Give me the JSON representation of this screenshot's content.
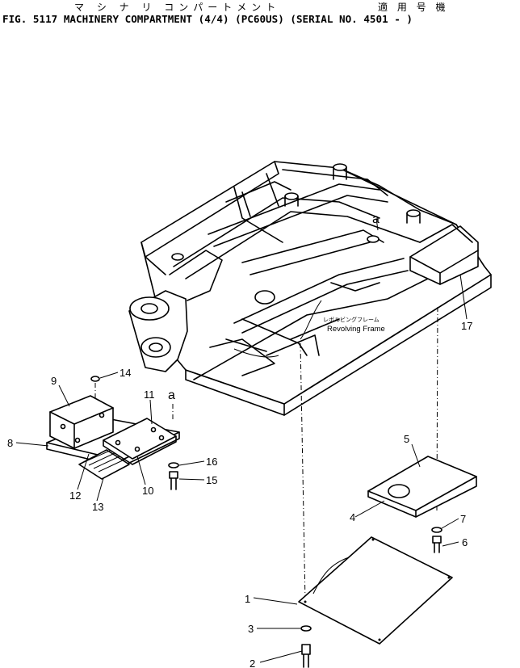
{
  "header": {
    "jp_part_name": "マ シ ナ リ コンパートメント",
    "jp_applicable": "適 用 号 機",
    "title": "FIG. 5117  MACHINERY COMPARTMENT (4/4) (PC60US) (SERIAL NO.  4501 - )"
  },
  "frame_label": {
    "jp": "レボルビングフレーム",
    "en": "Revolving Frame"
  },
  "ref_mark": "a",
  "callouts": [
    "1",
    "2",
    "3",
    "4",
    "5",
    "6",
    "7",
    "8",
    "9",
    "10",
    "11",
    "12",
    "13",
    "14",
    "15",
    "16",
    "17"
  ]
}
